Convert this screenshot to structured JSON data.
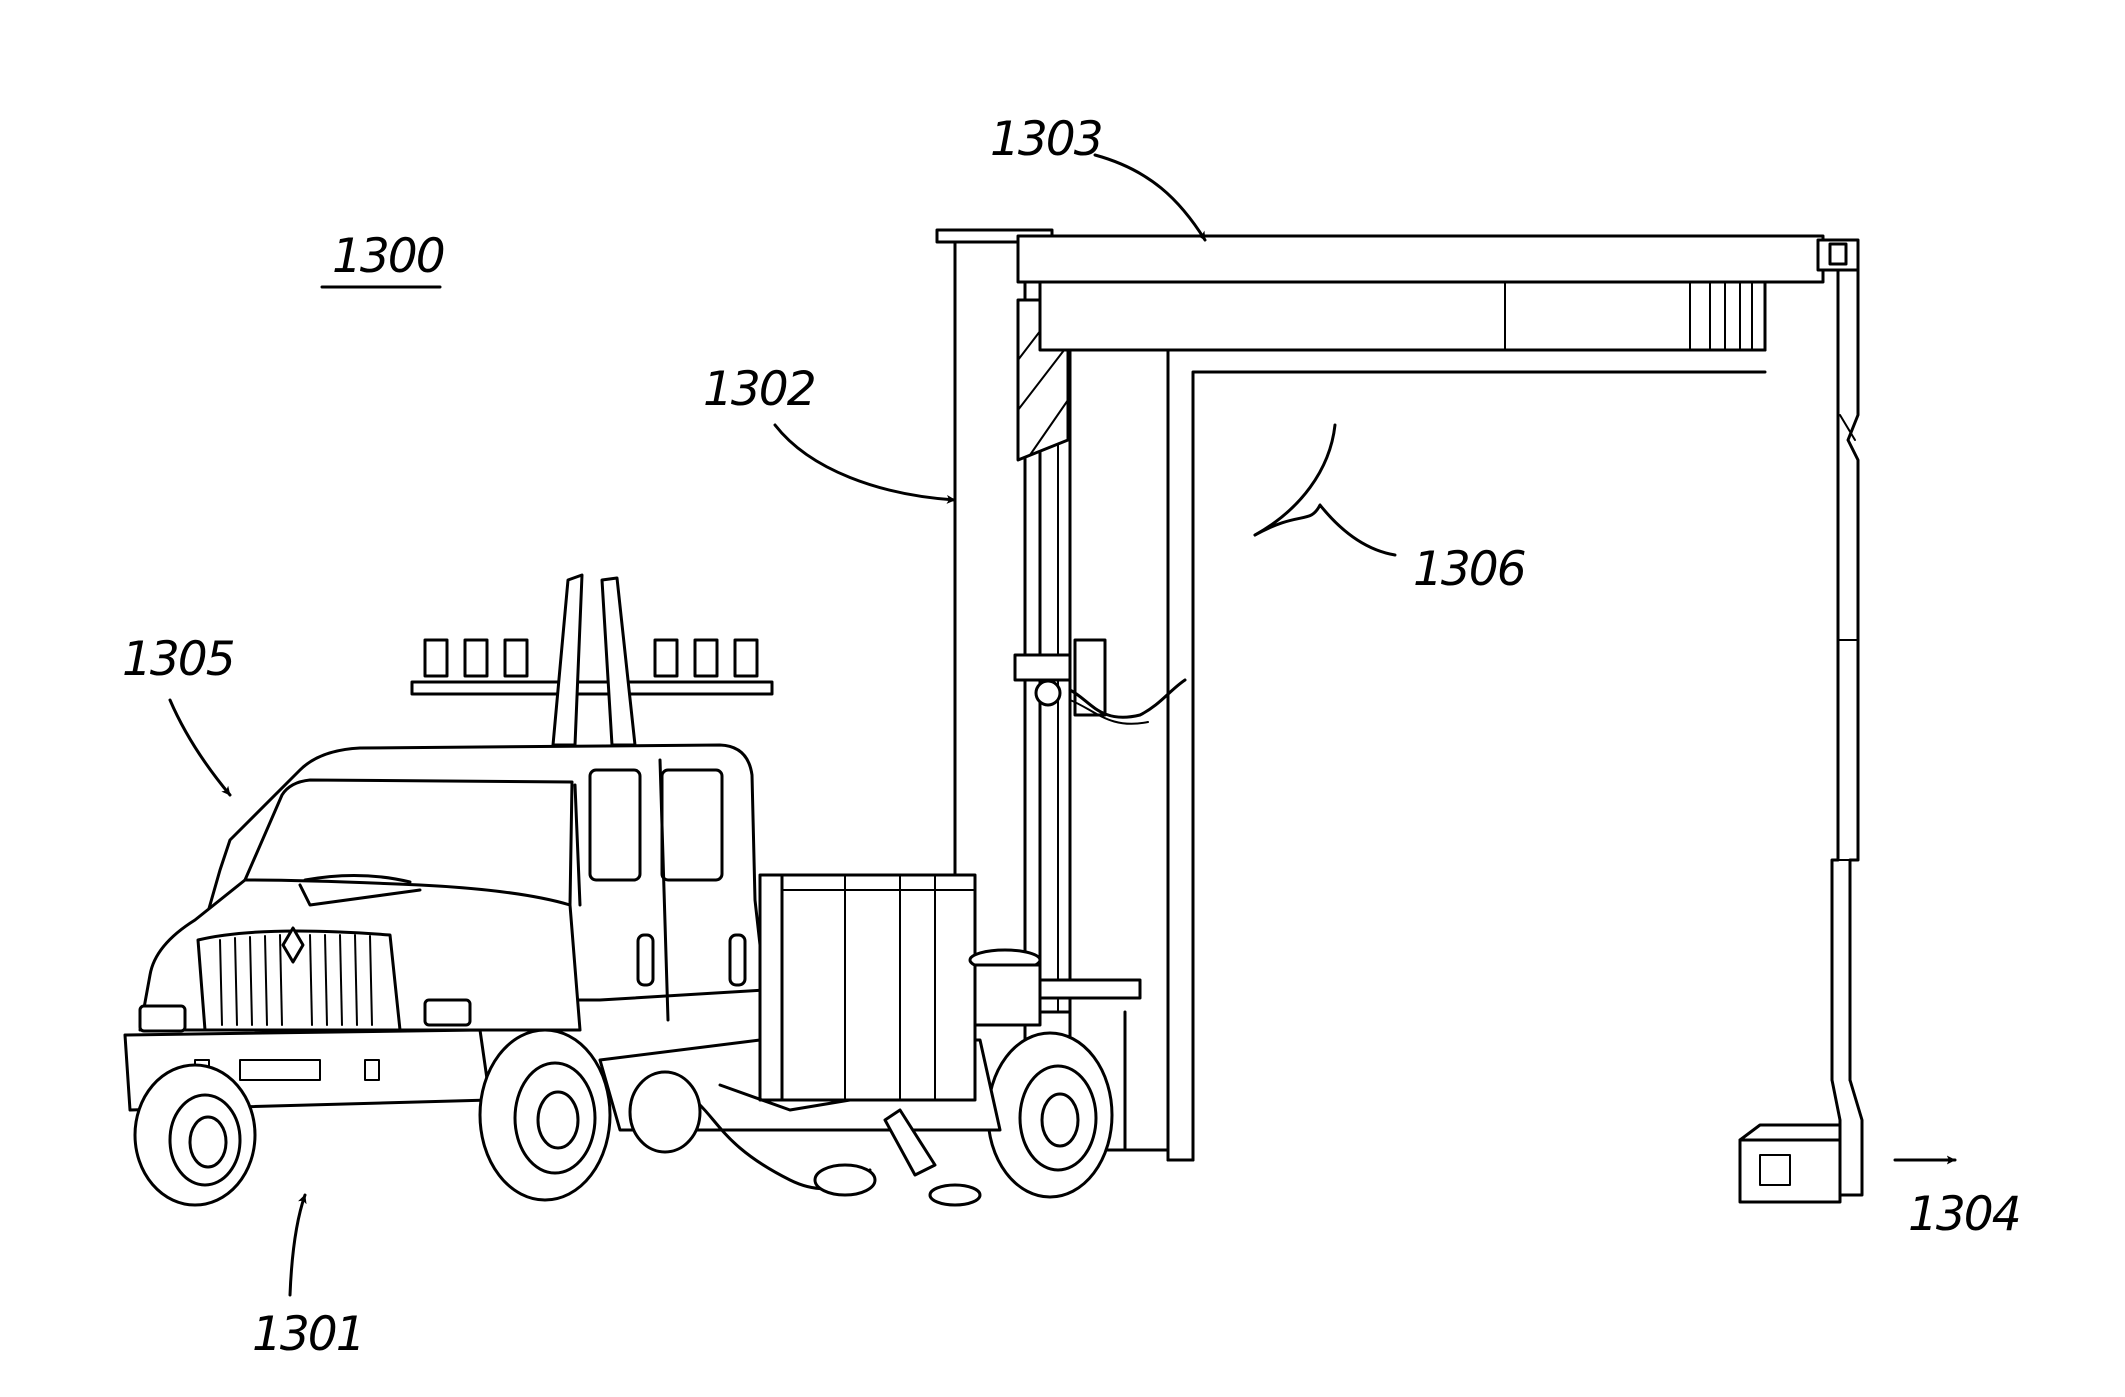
{
  "figure": {
    "system_ref": "1300",
    "refs": {
      "truck": "1301",
      "mast": "1302",
      "boom": "1303",
      "sensor": "1304",
      "cab": "1305",
      "envelope": "1306"
    }
  },
  "colors": {
    "line": "#000000",
    "background": "#ffffff"
  }
}
